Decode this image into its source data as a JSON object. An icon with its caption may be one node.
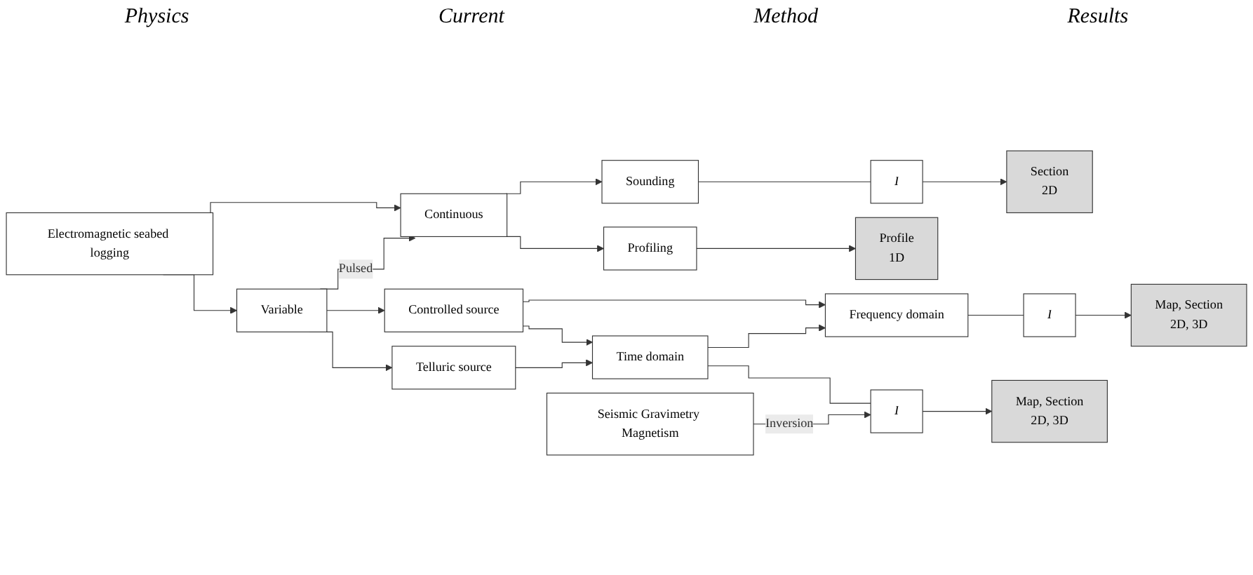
{
  "diagram": {
    "nodes": [
      {
        "text": [
          "Electromagnetic seabed logging"
        ]
      },
      {
        "text": [
          "Continuous"
        ]
      },
      {
        "text": [
          "Variable"
        ]
      },
      {
        "text": [
          "Profiling"
        ]
      },
      {
        "text": [
          "Sounding"
        ]
      },
      {
        "text": [
          "Controlled source"
        ]
      },
      {
        "text": [
          "Telluric source"
        ]
      },
      {
        "text": [
          "Frequency domain"
        ]
      },
      {
        "text": [
          "Time domain"
        ]
      },
      {
        "text": [
          "Profile",
          "1D"
        ]
      },
      {
        "text": [
          "I"
        ]
      },
      {
        "text": [
          "Section",
          "2D"
        ]
      },
      {
        "text": [
          "I"
        ]
      },
      {
        "text": [
          "Map, Section",
          "2D, 3D"
        ]
      },
      {
        "text": [
          "I"
        ]
      },
      {
        "text": [
          "Map, Section",
          "2D, 3D"
        ]
      },
      {
        "text": [
          "Seismic Gravimetry Magnetism"
        ]
      }
    ],
    "edges": [
      {
        "from": 0,
        "to": 1,
        "arrow": "to"
      },
      {
        "from": 0,
        "to": 2,
        "arrow": "to"
      },
      {
        "from": 2,
        "to": 1,
        "arrow": "to",
        "label": "Pulsed"
      },
      {
        "from": 1,
        "to": 3,
        "arrow": "to"
      },
      {
        "from": 1,
        "to": 4,
        "arrow": "to"
      },
      {
        "from": 3,
        "to": 9,
        "arrow": "to"
      },
      {
        "from": 4,
        "to": 10,
        "arrow": "none"
      },
      {
        "from": 10,
        "to": 11,
        "arrow": "to"
      },
      {
        "from": 2,
        "to": 5,
        "arrow": "to"
      },
      {
        "from": 2,
        "to": 6,
        "arrow": "to"
      },
      {
        "from": 5,
        "to": 7,
        "arrow": "to"
      },
      {
        "from": 5,
        "to": 8,
        "arrow": "to"
      },
      {
        "from": 8,
        "to": 7,
        "arrow": "to"
      },
      {
        "from": 7,
        "to": 12,
        "arrow": "none"
      },
      {
        "from": 12,
        "to": 13,
        "arrow": "to"
      },
      {
        "from": 6,
        "to": 8,
        "arrow": "to"
      },
      {
        "from": 8,
        "to": 14,
        "arrow": "none"
      },
      {
        "from": 14,
        "to": 15,
        "arrow": "to"
      },
      {
        "from": 16,
        "to": 14,
        "arrow": "to",
        "label": "Inversion"
      }
    ],
    "labels": [
      "Physics",
      "Current",
      "Method",
      "Results"
    ]
  }
}
